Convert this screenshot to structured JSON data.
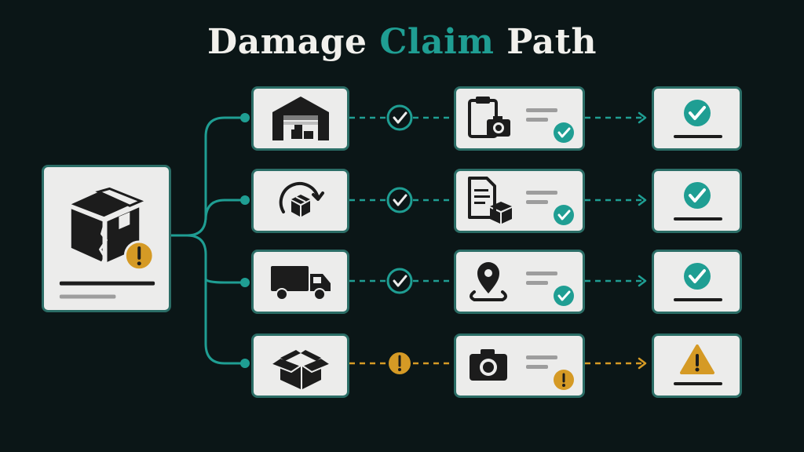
{
  "title": {
    "part1": "Damage",
    "part2": "Claim",
    "part3": "Path"
  },
  "colors": {
    "background": "#0b1617",
    "teal": "#1f9e93",
    "warning": "#d59a25",
    "card": "#ececeb",
    "cardBorder": "#2b6d66",
    "ink": "#1c1c1c"
  },
  "source": {
    "icon": "damaged-box-warning-icon"
  },
  "paths": [
    {
      "origin_icon": "warehouse-icon",
      "check_status": "ok",
      "evidence_icon": "clipboard-camera-icon",
      "evidence_status": "ok",
      "outcome_icon": "approved-check-icon",
      "outcome_status": "ok"
    },
    {
      "origin_icon": "return-box-cycle-icon",
      "check_status": "ok",
      "evidence_icon": "document-box-icon",
      "evidence_status": "ok",
      "outcome_icon": "approved-check-icon",
      "outcome_status": "ok"
    },
    {
      "origin_icon": "delivery-truck-icon",
      "check_status": "ok",
      "evidence_icon": "location-pin-icon",
      "evidence_status": "ok",
      "outcome_icon": "approved-check-icon",
      "outcome_status": "ok"
    },
    {
      "origin_icon": "open-box-icon",
      "check_status": "warning",
      "evidence_icon": "camera-icon",
      "evidence_status": "warning",
      "outcome_icon": "warning-triangle-icon",
      "outcome_status": "warning"
    }
  ]
}
